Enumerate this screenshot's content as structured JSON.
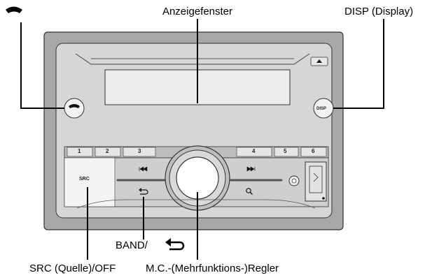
{
  "labels": {
    "display_window": "Anzeigefenster",
    "disp": "DISP (Display)",
    "band": "BAND/",
    "src": "SRC (Quelle)/OFF",
    "mc": "M.C.-(Mehrfunktions-)Regler"
  },
  "buttons": {
    "preset_1": "1",
    "preset_2": "2",
    "preset_3": "3",
    "preset_4": "4",
    "preset_5": "5",
    "preset_6": "6",
    "src": "SRC",
    "disp": "DISP"
  },
  "colors": {
    "bezel": "#9e9e9e",
    "panel": "#d4d4d4",
    "panel_dark": "#bdbdbd",
    "line": "#000000"
  }
}
